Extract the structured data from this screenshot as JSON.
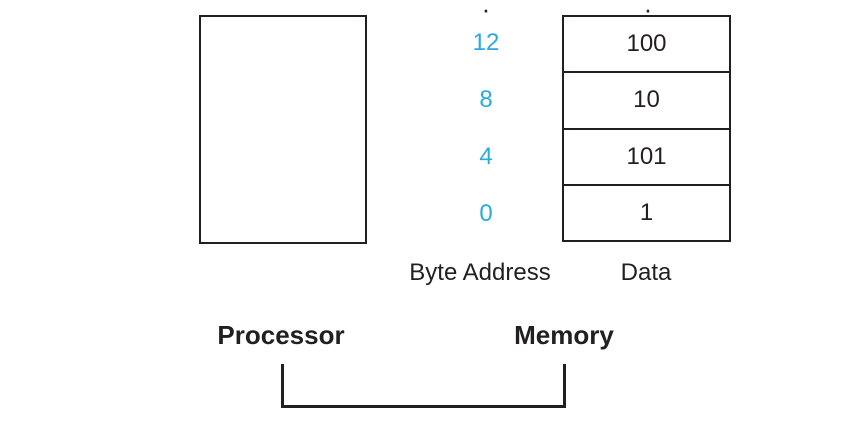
{
  "diagram": {
    "processor": {
      "label": "Processor"
    },
    "memory": {
      "label": "Memory",
      "address_column_label": "Byte Address",
      "data_column_label": "Data",
      "rows": [
        {
          "address": "12",
          "value": "100"
        },
        {
          "address": "8",
          "value": "10"
        },
        {
          "address": "4",
          "value": "101"
        },
        {
          "address": "0",
          "value": "1"
        }
      ]
    }
  },
  "icons": {
    "continuation_dot": "·"
  },
  "colors": {
    "address_accent": "#29abe2",
    "ink": "#231f20",
    "background": "#ffffff"
  }
}
